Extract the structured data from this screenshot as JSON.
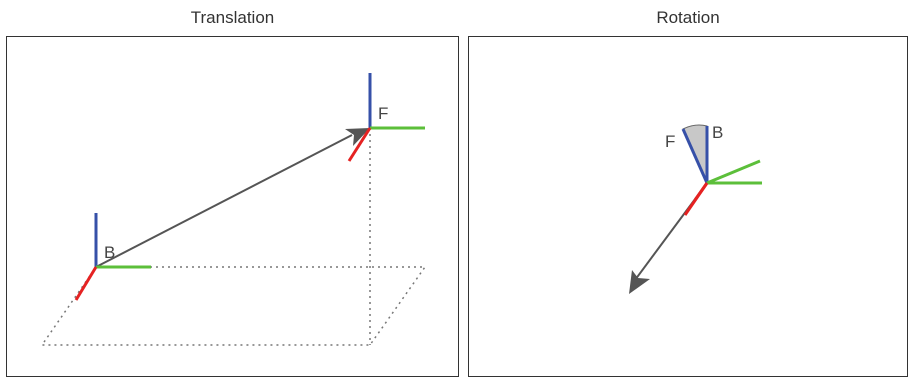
{
  "panels": {
    "translation": {
      "title": "Translation",
      "frame_base_label": "B",
      "frame_target_label": "F"
    },
    "rotation": {
      "title": "Rotation",
      "frame_base_label": "B",
      "frame_target_label": "F"
    }
  },
  "colors": {
    "x_axis": "#e52222",
    "y_axis": "#5cbf3a",
    "z_axis": "#3650a8",
    "vector": "#555555",
    "guide": "#777777",
    "cone": "#c8c8c8",
    "border": "#333333"
  }
}
